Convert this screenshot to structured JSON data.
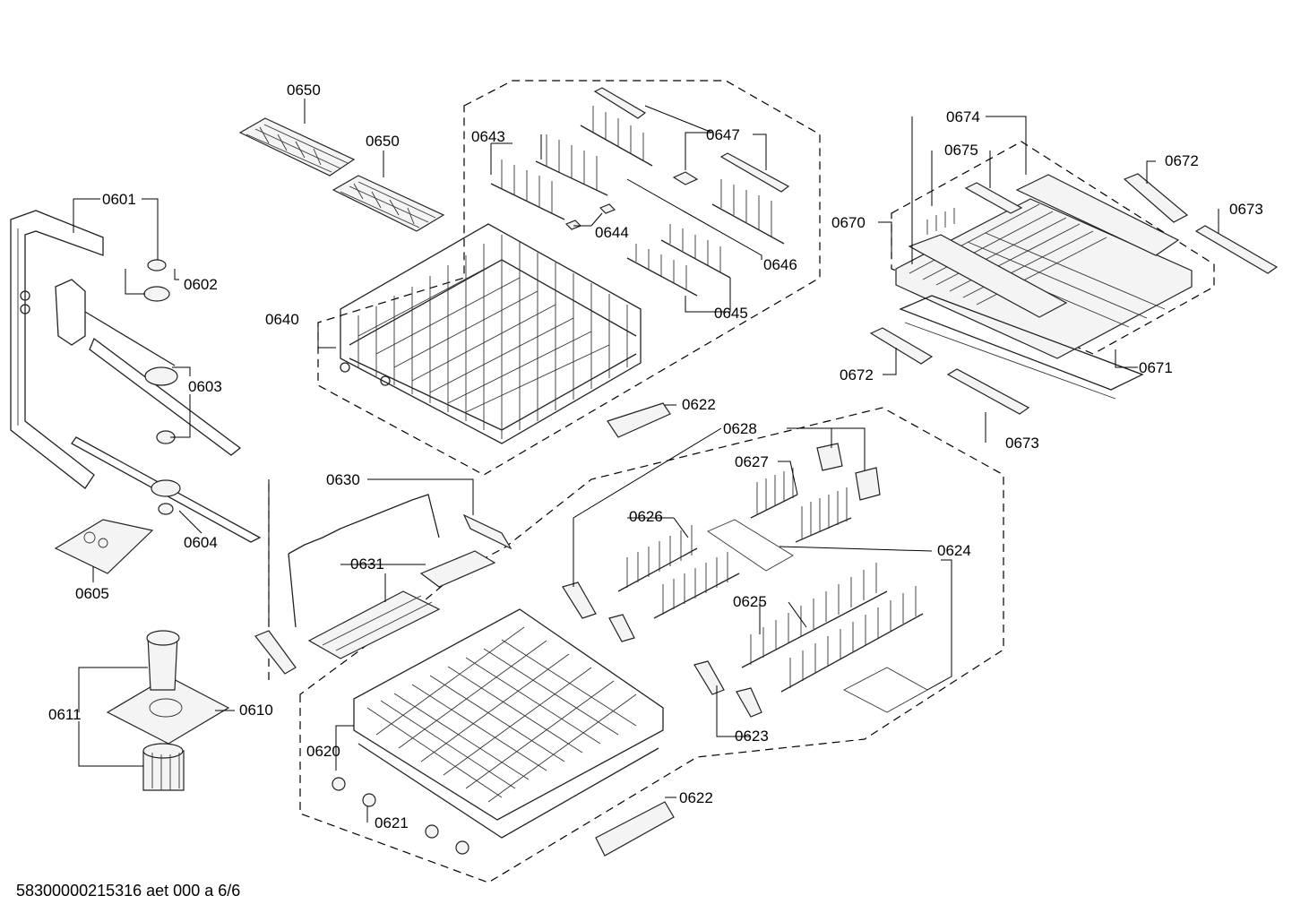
{
  "labels": {
    "l0650a": "0650",
    "l0650b": "0650",
    "l0643": "0643",
    "l0647": "0647",
    "l0644": "0644",
    "l0646": "0646",
    "l0645": "0645",
    "l0640": "0640",
    "l0601": "0601",
    "l0602": "0602",
    "l0603": "0603",
    "l0604": "0604",
    "l0605": "0605",
    "l0611": "0611",
    "l0610": "0610",
    "l0674": "0674",
    "l0675": "0675",
    "l0672a": "0672",
    "l0673a": "0673",
    "l0670": "0670",
    "l0672b": "0672",
    "l0671": "0671",
    "l0673b": "0673",
    "l0622a": "0622",
    "l0628": "0628",
    "l0627": "0627",
    "l0630": "0630",
    "l0626": "0626",
    "l0624": "0624",
    "l0631": "0631",
    "l0625": "0625",
    "l0620": "0620",
    "l0623": "0623",
    "l0621": "0621",
    "l0622b": "0622"
  },
  "footer": "58300000215316 aet 000 a 6/6"
}
